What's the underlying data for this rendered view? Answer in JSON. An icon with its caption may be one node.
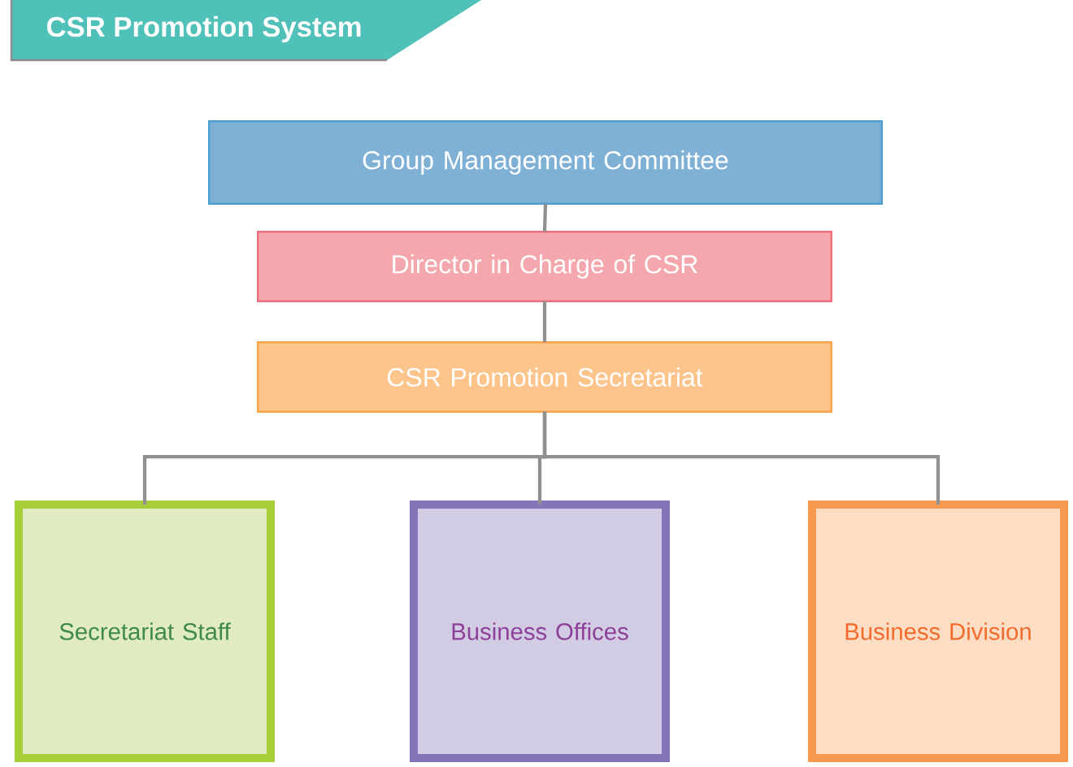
{
  "diagram": {
    "title": "CSR Promotion System",
    "nodes": [
      {
        "text": [
          "Group Management Committee"
        ]
      },
      {
        "text": [
          "Director in Charge of CSR"
        ]
      },
      {
        "text": [
          "CSR Promotion Secretariat"
        ]
      },
      {
        "text": [
          "Secretariat Staff"
        ]
      },
      {
        "text": [
          "Business Offices"
        ]
      },
      {
        "text": [
          "Business Division"
        ]
      }
    ],
    "edges": [
      {
        "from": 0,
        "to": 1,
        "arrow": "none"
      },
      {
        "from": 1,
        "to": 2,
        "arrow": "none"
      },
      {
        "from": 2,
        "to": 3,
        "arrow": "none"
      },
      {
        "from": 2,
        "to": 4,
        "arrow": "none"
      },
      {
        "from": 2,
        "to": 5,
        "arrow": "none"
      }
    ]
  }
}
